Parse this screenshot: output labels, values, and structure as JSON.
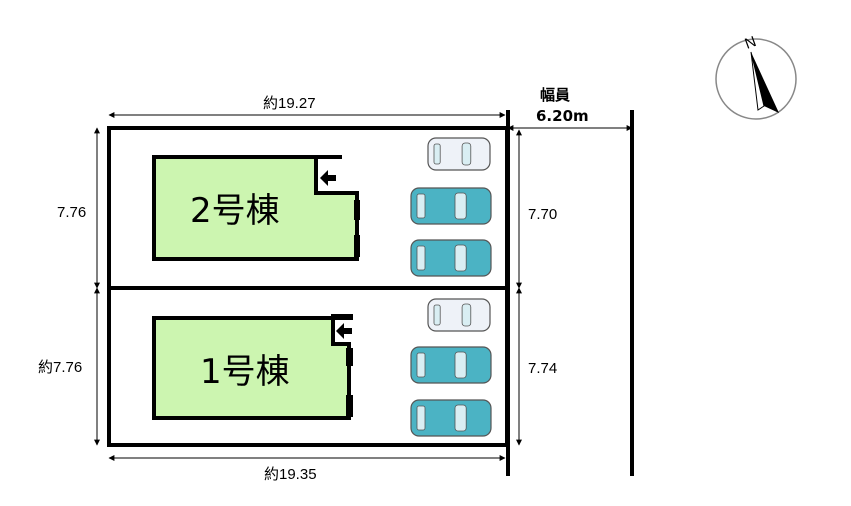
{
  "compass": {
    "label": "N"
  },
  "road": {
    "label": "幅員",
    "width": "6.20m"
  },
  "dimensions": {
    "top_width": "約19.27",
    "bottom_width": "約19.35",
    "left_upper": "7.76",
    "left_lower": "約7.76",
    "right_upper": "7.70",
    "right_lower": "7.74"
  },
  "buildings": [
    {
      "label": "2号棟"
    },
    {
      "label": "1号棟"
    }
  ],
  "colors": {
    "building_fill": "#ccf5b0",
    "car_teal": "#4bb3c4",
    "car_white": "#eef2f8",
    "line": "#000000"
  }
}
